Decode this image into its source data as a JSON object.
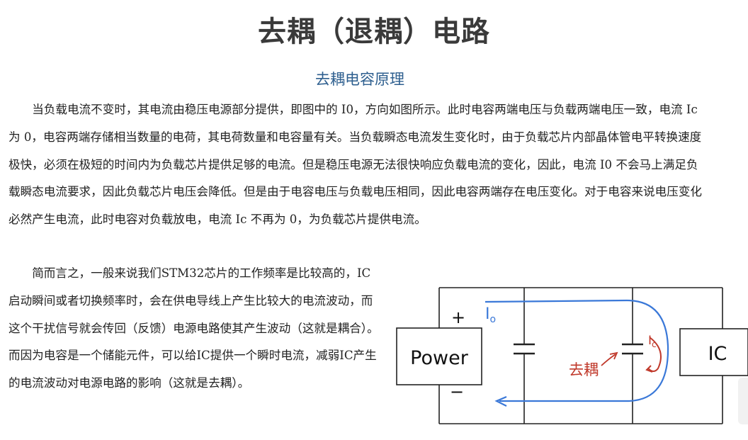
{
  "page": {
    "title": "去耦（退耦）电路",
    "subtitle": "去耦电容原理"
  },
  "paragraphs": {
    "p1": "当负载电流不变时，其电流由稳压电源部分提供，即图中的 I0，方向如图所示。此时电容两端电压与负载两端电压一致，电流 Ic 为 0，电容两端存储相当数量的电荷，其电荷数量和电容量有关。当负载瞬态电流发生变化时，由于负载芯片内部晶体管电平转换速度极快，必须在极短的时间内为负载芯片提供足够的电流。但是稳压电源无法很快响应负载电流的变化，因此，电流 I0 不会马上满足负载瞬态电流要求，因此负载芯片电压会降低。但是由于电容电压与负载电压相同，因此电容两端存在电压变化。对于电容来说电压变化必然产生电流，此时电容对负载放电，电流 Ic 不再为 0，为负载芯片提供电流。",
    "p2": "简而言之，一般来说我们STM32芯片的工作频率是比较高的，IC启动瞬间或者切换频率时，会在供电导线上产生比较大的电流波动，而这个干扰信号就会传回（反馈）电源电路使其产生波动（这就是耦合）。而因为电容是一个储能元件，可以给IC提供一个瞬时电流，减弱IC产生的电流波动对电源电路的影响（这就是去耦）。"
  },
  "diagram": {
    "power_label": "Power",
    "ic_label": "IC",
    "plus_sign": "+",
    "minus_sign": "−",
    "current_i": "I",
    "current_o_sub": "o",
    "current_ic_i": "I",
    "current_ic_sub": "c",
    "annotation": "去耦",
    "colors": {
      "wire": "#222222",
      "blue_loop": "#3a78d8",
      "red_annotation": "#c0392b"
    }
  }
}
